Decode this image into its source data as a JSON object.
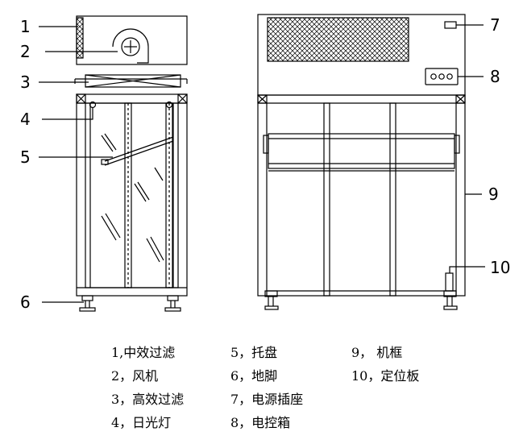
{
  "callouts": {
    "c1": "1",
    "c2": "2",
    "c3": "3",
    "c4": "4",
    "c5": "5",
    "c6": "6",
    "c7": "7",
    "c8": "8",
    "c9": "9",
    "c10": "10"
  },
  "legend": {
    "col1": [
      "1,中效过滤",
      "2，风机",
      "3，高效过滤",
      "4，日光灯"
    ],
    "col2": [
      "5，托盘",
      "6，地脚",
      "7，电源插座",
      "8，电控箱"
    ],
    "col3": [
      "9，  机框",
      "10，定位板"
    ]
  },
  "colors": {
    "line": "#000000",
    "background": "#ffffff"
  }
}
